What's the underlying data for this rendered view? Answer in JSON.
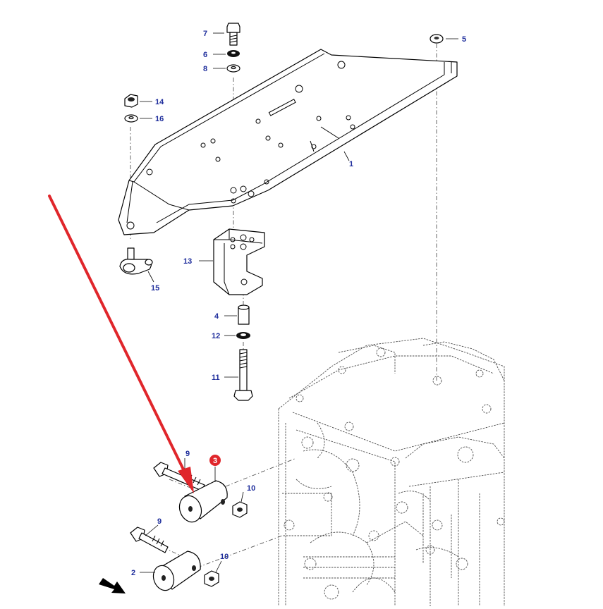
{
  "diagram": {
    "callouts": [
      {
        "id": "1",
        "text": "1"
      },
      {
        "id": "2",
        "text": "2"
      },
      {
        "id": "3",
        "text": "3"
      },
      {
        "id": "4",
        "text": "4"
      },
      {
        "id": "5",
        "text": "5"
      },
      {
        "id": "6",
        "text": "6"
      },
      {
        "id": "7",
        "text": "7"
      },
      {
        "id": "8",
        "text": "8"
      },
      {
        "id": "9a",
        "text": "9"
      },
      {
        "id": "9b",
        "text": "9"
      },
      {
        "id": "10a",
        "text": "10"
      },
      {
        "id": "10b",
        "text": "10"
      },
      {
        "id": "11",
        "text": "11"
      },
      {
        "id": "12",
        "text": "12"
      },
      {
        "id": "13",
        "text": "13"
      },
      {
        "id": "14",
        "text": "14"
      },
      {
        "id": "15",
        "text": "15"
      },
      {
        "id": "16",
        "text": "16"
      }
    ],
    "highlighted_part": "3",
    "colors": {
      "callout_text": "#1f2e9c",
      "highlight_badge": "#e0262b",
      "pointer_arrow": "#e0262b",
      "line_art": "#000000",
      "background": "#ffffff"
    },
    "icons": [
      "direction-arrow-icon",
      "pointer-arrow-icon"
    ]
  }
}
